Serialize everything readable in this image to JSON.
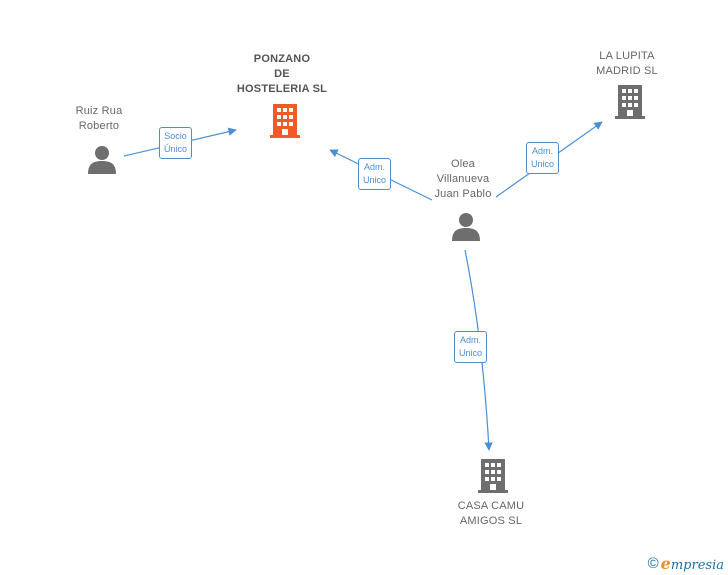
{
  "colors": {
    "edge": "#4a8fd6",
    "main_company": "#f05a28",
    "company": "#6e6e6e",
    "person": "#6e6e6e"
  },
  "nodes": {
    "ponzano": {
      "name": "PONZANO\nDE\nHOSTELERIA SL",
      "icon": "building-icon"
    },
    "lalupita": {
      "name": "LA LUPITA\nMADRID SL",
      "icon": "building-icon"
    },
    "casacamu": {
      "name": "CASA CAMU\nAMIGOS SL",
      "icon": "building-icon"
    },
    "ruiz": {
      "name": "Ruiz Rua\nRoberto",
      "icon": "person-icon"
    },
    "olea": {
      "name": "Olea\nVillanueva\nJuan Pablo",
      "icon": "person-icon"
    }
  },
  "edges": {
    "ruiz_ponzano": "Socio\nÚnico",
    "olea_ponzano": "Adm.\nUnico",
    "olea_lalupita": "Adm.\nUnico",
    "olea_casacamu": "Adm.\nUnico"
  },
  "footer": {
    "copyright": "©",
    "brand_initial": "e",
    "brand_rest": "mpresia"
  }
}
